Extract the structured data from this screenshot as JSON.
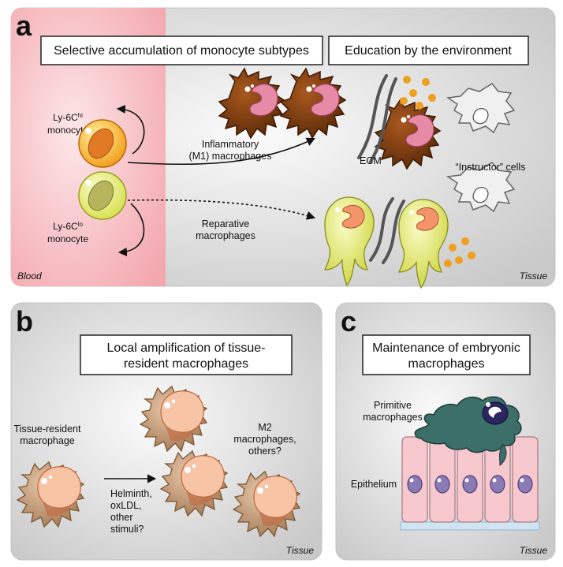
{
  "panel_a": {
    "letter": "a",
    "title_left": "Selective accumulation of monocyte subtypes",
    "title_right": "Education by the environment",
    "ly6c_hi_prefix": "Ly-6C",
    "ly6c_hi_sup": "hi",
    "ly6c_hi_suffix": "monocyte",
    "ly6c_lo_prefix": "Ly-6C",
    "ly6c_lo_sup": "lo",
    "ly6c_lo_suffix": "monocyte",
    "inflammatory_line1": "Inflammatory",
    "inflammatory_line2": "(M1) macrophages",
    "ecm": "ECM",
    "instructor": "“Instructor” cells",
    "reparative_line1": "Reparative",
    "reparative_line2": "macrophages",
    "blood": "Blood",
    "tissue": "Tissue"
  },
  "panel_b": {
    "letter": "b",
    "title_line1": "Local amplification of tissue-",
    "title_line2": "resident macrophages",
    "resident_line1": "Tissue-resident",
    "resident_line2": "macrophage",
    "stimuli_line1": "Helminth,",
    "stimuli_line2": "oxLDL,",
    "stimuli_line3": "other",
    "stimuli_line4": "stimuli?",
    "m2_line1": "M2",
    "m2_line2": "macrophages,",
    "m2_line3": "others?",
    "tissue": "Tissue"
  },
  "panel_c": {
    "letter": "c",
    "title_line1": "Maintenance of embryonic",
    "title_line2": "macrophages",
    "primitive_line1": "Primitive",
    "primitive_line2": "macrophages",
    "epithelium": "Epithelium",
    "tissue": "Tissue"
  },
  "colors": {
    "blood_pink": "#f3a7ae",
    "panel_gray": "#dcdcdc",
    "m1_brown": "#7a3d12",
    "m1_nucleus": "#e68aa6",
    "reparative_yellow": "#e3e86a",
    "reparative_nucleus": "#f3946a",
    "dots_orange": "#f0a020",
    "resident_tan": "#c49a78",
    "resident_nucleus": "#f8c4a6",
    "primitive_teal": "#3c6e6a",
    "epithelium_pink": "#f7c9cf",
    "epithelium_nucleus": "#8a7ab6"
  }
}
